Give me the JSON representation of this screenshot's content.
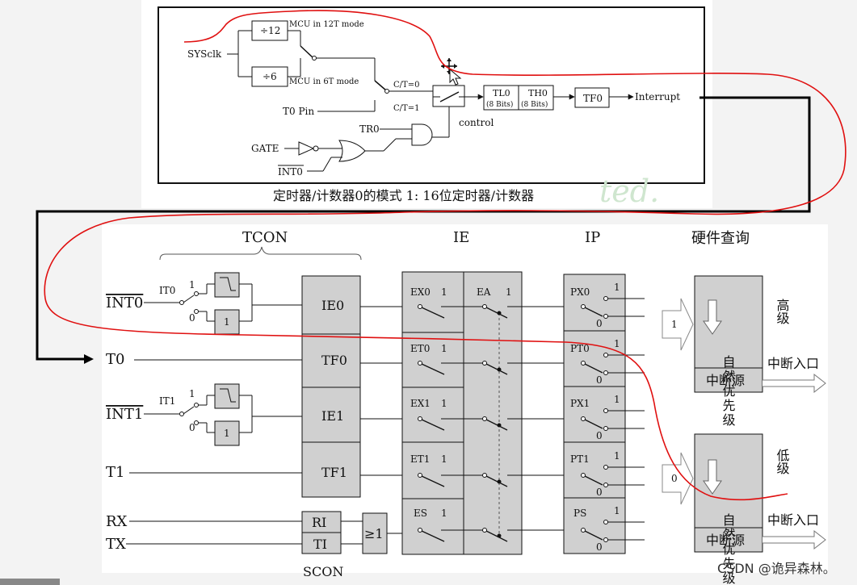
{
  "top_diagram": {
    "caption": "定时器/计数器0的模式 1: 16位定时器/计数器",
    "watermark": "ted.",
    "sysclk": "SYSclk",
    "div12": "÷12",
    "div6": "÷6",
    "mode12": "MCU in 12T mode",
    "mode6": "MCU in 6T mode",
    "ct0": "C/T=0",
    "ct1": "C/T=1",
    "t0pin": "T0 Pin",
    "tl0": "TL0",
    "th0": "TH0",
    "bits": "(8 Bits)",
    "tf0": "TF0",
    "interrupt": "Interrupt",
    "control": "control",
    "tr0": "TR0",
    "gate": "GATE",
    "int0": "INT0"
  },
  "bottom_diagram": {
    "headers": {
      "tcon": "TCON",
      "ie": "IE",
      "ip": "IP",
      "hw": "硬件查询",
      "scon": "SCON"
    },
    "inputs": [
      "INT0",
      "T0",
      "INT1",
      "T1",
      "RX",
      "TX"
    ],
    "it_labels": [
      "IT0",
      "IT1"
    ],
    "one": "1",
    "zero": "0",
    "flags": [
      "IE0",
      "TF0",
      "IE1",
      "TF1"
    ],
    "scon_flags": [
      "RI",
      "TI"
    ],
    "or_gate": "≥1",
    "ie_bits": [
      "EX0",
      "ET0",
      "EX1",
      "ET1",
      "ES"
    ],
    "ea": "EA",
    "ip_bits": [
      "PX0",
      "PT0",
      "PX1",
      "PT1",
      "PS"
    ],
    "priority_box": "自然优先级",
    "source": "中断源",
    "entry": "中断入口",
    "high": "高级",
    "low": "低级",
    "arrow_high": "1",
    "arrow_low": "0"
  },
  "credit": "CSDN @诡异森林。"
}
